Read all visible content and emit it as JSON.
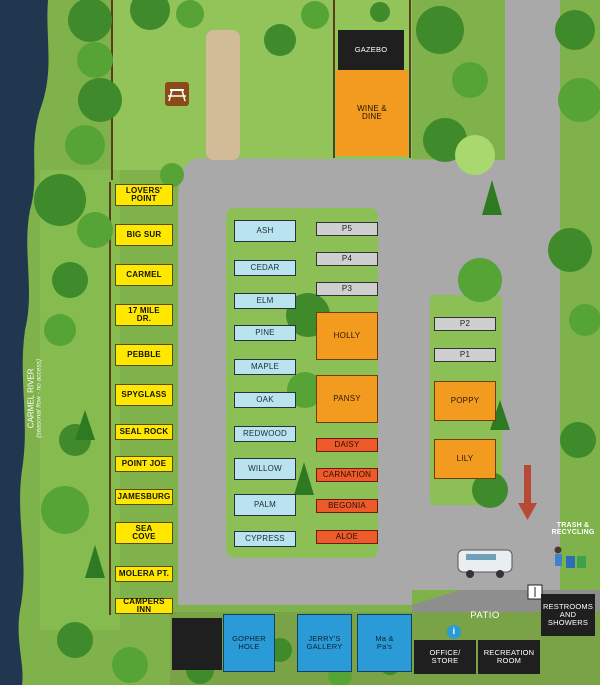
{
  "map_title": "",
  "colors": {
    "grass": "#7fb24a",
    "river": "#20374f",
    "road": "#a9a9a9",
    "dirt_path": "#d2bc97",
    "site_yellow": "#ffe800",
    "site_blue": "#b9e3ee",
    "site_orange": "#f29b1f",
    "site_red": "#ee5b2a",
    "site_gray": "#cfcfcf",
    "building_blue": "#2a9bd6",
    "building_dark": "#1f1f1f",
    "fence": "#5a3d1e",
    "arrow": "#b74a36"
  },
  "river": {
    "name": "CARMEL RIVER",
    "note": "(seasonal flow - no access)"
  },
  "amenities": {
    "gazebo": "GAZEBO",
    "wine_dine": "WINE & DINE",
    "patio": "PATIO",
    "office": "OFFICE/ STORE",
    "recreation": "RECREATION ROOM",
    "restrooms": "RESTROOMS AND SHOWERS",
    "trash": "TRASH & RECYCLING",
    "gopher_hole": "GOPHER HOLE",
    "jerrys_gallery": "JERRY'S GALLERY",
    "ma_pas": "Ma & Pa's"
  },
  "icons": {
    "picnic": "picnic-table-icon",
    "info": "info-icon",
    "restroom": "restroom-icon",
    "trash": "trash-recycling-icon",
    "rv": "rv-icon",
    "arrow": "direction-arrow-icon"
  },
  "sites_yellow": [
    {
      "key": "lovers-point",
      "name": "LOVERS' POINT"
    },
    {
      "key": "big-sur",
      "name": "BIG SUR"
    },
    {
      "key": "carmel",
      "name": "CARMEL"
    },
    {
      "key": "17-mile-dr",
      "name": "17 MILE DR."
    },
    {
      "key": "pebble",
      "name": "PEBBLE"
    },
    {
      "key": "spyglass",
      "name": "SPYGLASS"
    },
    {
      "key": "seal-rock",
      "name": "SEAL ROCK"
    },
    {
      "key": "point-joe",
      "name": "POINT JOE"
    },
    {
      "key": "jamesburg",
      "name": "JAMESBURG"
    },
    {
      "key": "sea-cove",
      "name": "SEA COVE"
    },
    {
      "key": "molera-pt",
      "name": "MOLERA PT."
    },
    {
      "key": "campers-inn",
      "name": "CAMPERS INN"
    }
  ],
  "sites_blue": [
    {
      "key": "ash",
      "name": "ASH"
    },
    {
      "key": "cedar",
      "name": "CEDAR"
    },
    {
      "key": "elm",
      "name": "ELM"
    },
    {
      "key": "pine",
      "name": "PINE"
    },
    {
      "key": "maple",
      "name": "MAPLE"
    },
    {
      "key": "oak",
      "name": "OAK"
    },
    {
      "key": "redwood",
      "name": "REDWOOD"
    },
    {
      "key": "willow",
      "name": "WILLOW"
    },
    {
      "key": "palm",
      "name": "PALM"
    },
    {
      "key": "cypress",
      "name": "CYPRESS"
    }
  ],
  "sites_center": [
    {
      "key": "p5",
      "name": "P5",
      "color": "gray"
    },
    {
      "key": "p4",
      "name": "P4",
      "color": "gray"
    },
    {
      "key": "p3",
      "name": "P3",
      "color": "gray"
    },
    {
      "key": "holly",
      "name": "HOLLY",
      "color": "orange"
    },
    {
      "key": "pansy",
      "name": "PANSY",
      "color": "orange"
    },
    {
      "key": "daisy",
      "name": "DAISY",
      "color": "red"
    },
    {
      "key": "carnation",
      "name": "CARNATION",
      "color": "red"
    },
    {
      "key": "begonia",
      "name": "BEGONIA",
      "color": "red"
    },
    {
      "key": "aloe",
      "name": "ALOE",
      "color": "red"
    }
  ],
  "sites_right": [
    {
      "key": "p2",
      "name": "P2",
      "color": "gray"
    },
    {
      "key": "p1",
      "name": "P1",
      "color": "gray"
    },
    {
      "key": "poppy",
      "name": "POPPY",
      "color": "orange"
    },
    {
      "key": "lily",
      "name": "LILY",
      "color": "orange"
    }
  ]
}
